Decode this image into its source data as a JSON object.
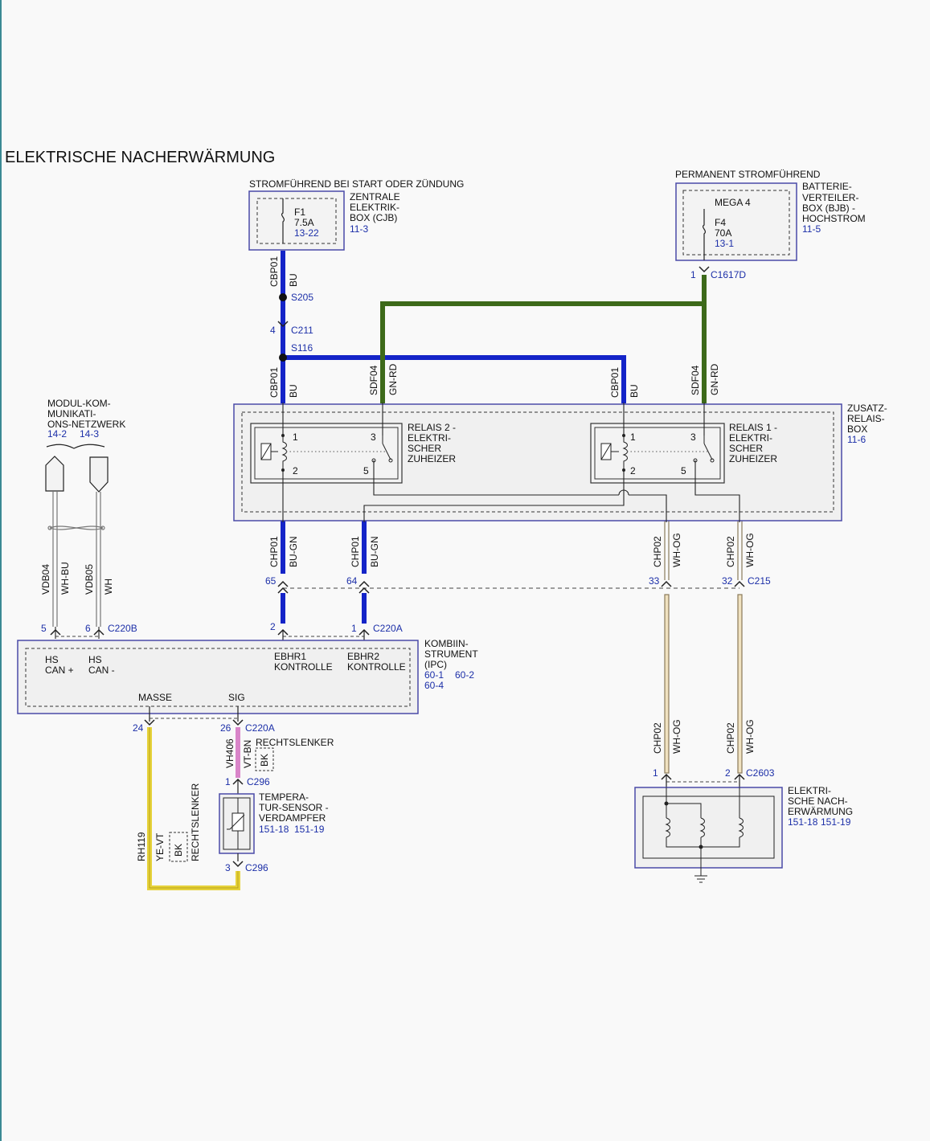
{
  "title": "ELEKTRISCHE NACHERWÄRMUNG",
  "colors": {
    "bu": "#1424c8",
    "gn_rd": "#3d6a1a",
    "ye_vt": "#e6d23a",
    "vt_bn": "#d985c9",
    "wh_og": "#e8d6b0",
    "box_border": "#4a4aa8",
    "ref_blue": "#1c2fa8"
  },
  "sources": {
    "start_ign": "STROMFÜHREND BEI START ODER ZÜNDUNG",
    "permanent": "PERMANENT STROMFÜHREND"
  },
  "cjb": {
    "fuse": "F1",
    "rating": "7.5A",
    "ref": "13-22",
    "l1": "ZENTRALE",
    "l2": "ELEKTRIK-",
    "l3": "BOX (CJB)",
    "page": "11-3"
  },
  "bjb": {
    "mega": "MEGA 4",
    "fuse": "F4",
    "rating": "70A",
    "ref": "13-1",
    "l1": "BATTERIE-",
    "l2": "VERTEILER-",
    "l3": "BOX (BJB) -",
    "l4": "HOCHSTROM",
    "page": "11-5"
  },
  "wires": {
    "cbp01": "CBP01",
    "bu": "BU",
    "sdf04": "SDF04",
    "gn_rd": "GN-RD",
    "chp01": "CHP01",
    "bu_gn": "BU-GN",
    "chp02": "CHP02",
    "wh_og": "WH-OG",
    "vdb04": "VDB04",
    "wh_bu": "WH-BU",
    "vdb05": "VDB05",
    "wh": "WH",
    "rh119": "RH119",
    "ye_vt": "YE-VT",
    "vh406": "VH406",
    "vt_bn": "VT-BN",
    "bk": "BK",
    "rhd": "RECHTSLENKER"
  },
  "splices": {
    "s205": "S205",
    "s116": "S116"
  },
  "connectors": {
    "c211": "C211",
    "c211_pin": "4",
    "c1617d": "C1617D",
    "c1617d_pin": "1",
    "c215": "C215",
    "c215_pins": [
      "65",
      "64",
      "33",
      "32"
    ],
    "c220a": "C220A",
    "c220a_pins": [
      "2",
      "1"
    ],
    "c220b": "C220B",
    "c220b_pins": [
      "5",
      "6"
    ],
    "c220a_lower": "C220A",
    "c220a_lower_pins": [
      "24",
      "26"
    ],
    "c296": "C296",
    "c296_pins": [
      "1",
      "3"
    ],
    "c2603": "C2603",
    "c2603_pins": [
      "1",
      "2"
    ]
  },
  "relay_box": {
    "l1": "ZUSATZ-",
    "l2": "RELAIS-",
    "l3": "BOX",
    "page": "11-6"
  },
  "relay2": {
    "l1": "RELAIS 2 -",
    "l2": "ELEKTRI-",
    "l3": "SCHER",
    "l4": "ZUHEIZER",
    "pins": [
      "1",
      "3",
      "2",
      "5"
    ]
  },
  "relay1": {
    "l1": "RELAIS 1 -",
    "l2": "ELEKTRI-",
    "l3": "SCHER",
    "l4": "ZUHEIZER",
    "pins": [
      "1",
      "3",
      "2",
      "5"
    ]
  },
  "network": {
    "l1": "MODUL-KOM-",
    "l2": "MUNIKATI-",
    "l3": "ONS-NETZWERK",
    "ref1": "14-2",
    "ref2": "14-3"
  },
  "ipc": {
    "hs_can_p1": "HS",
    "hs_can_p2": "CAN +",
    "hs_can_m1": "HS",
    "hs_can_m2": "CAN -",
    "ebhr1_a": "EBHR1",
    "ebhr1_b": "KONTROLLE",
    "ebhr2_a": "EBHR2",
    "ebhr2_b": "KONTROLLE",
    "masse": "MASSE",
    "sig": "SIG",
    "l1": "KOMBIIN-",
    "l2": "STRUMENT",
    "l3": "(IPC)",
    "ref1": "60-1",
    "ref2": "60-2",
    "ref3": "60-4"
  },
  "temp_sensor": {
    "l1": "TEMPERA-",
    "l2": "TUR-SENSOR -",
    "l3": "VERDAMPFER",
    "ref1": "151-18",
    "ref2": "151-19"
  },
  "heater": {
    "l1": "ELEKTRI-",
    "l2": "SCHE NACH-",
    "l3": "ERWÄRMUNG",
    "ref1": "151-18",
    "ref2": "151-19"
  }
}
